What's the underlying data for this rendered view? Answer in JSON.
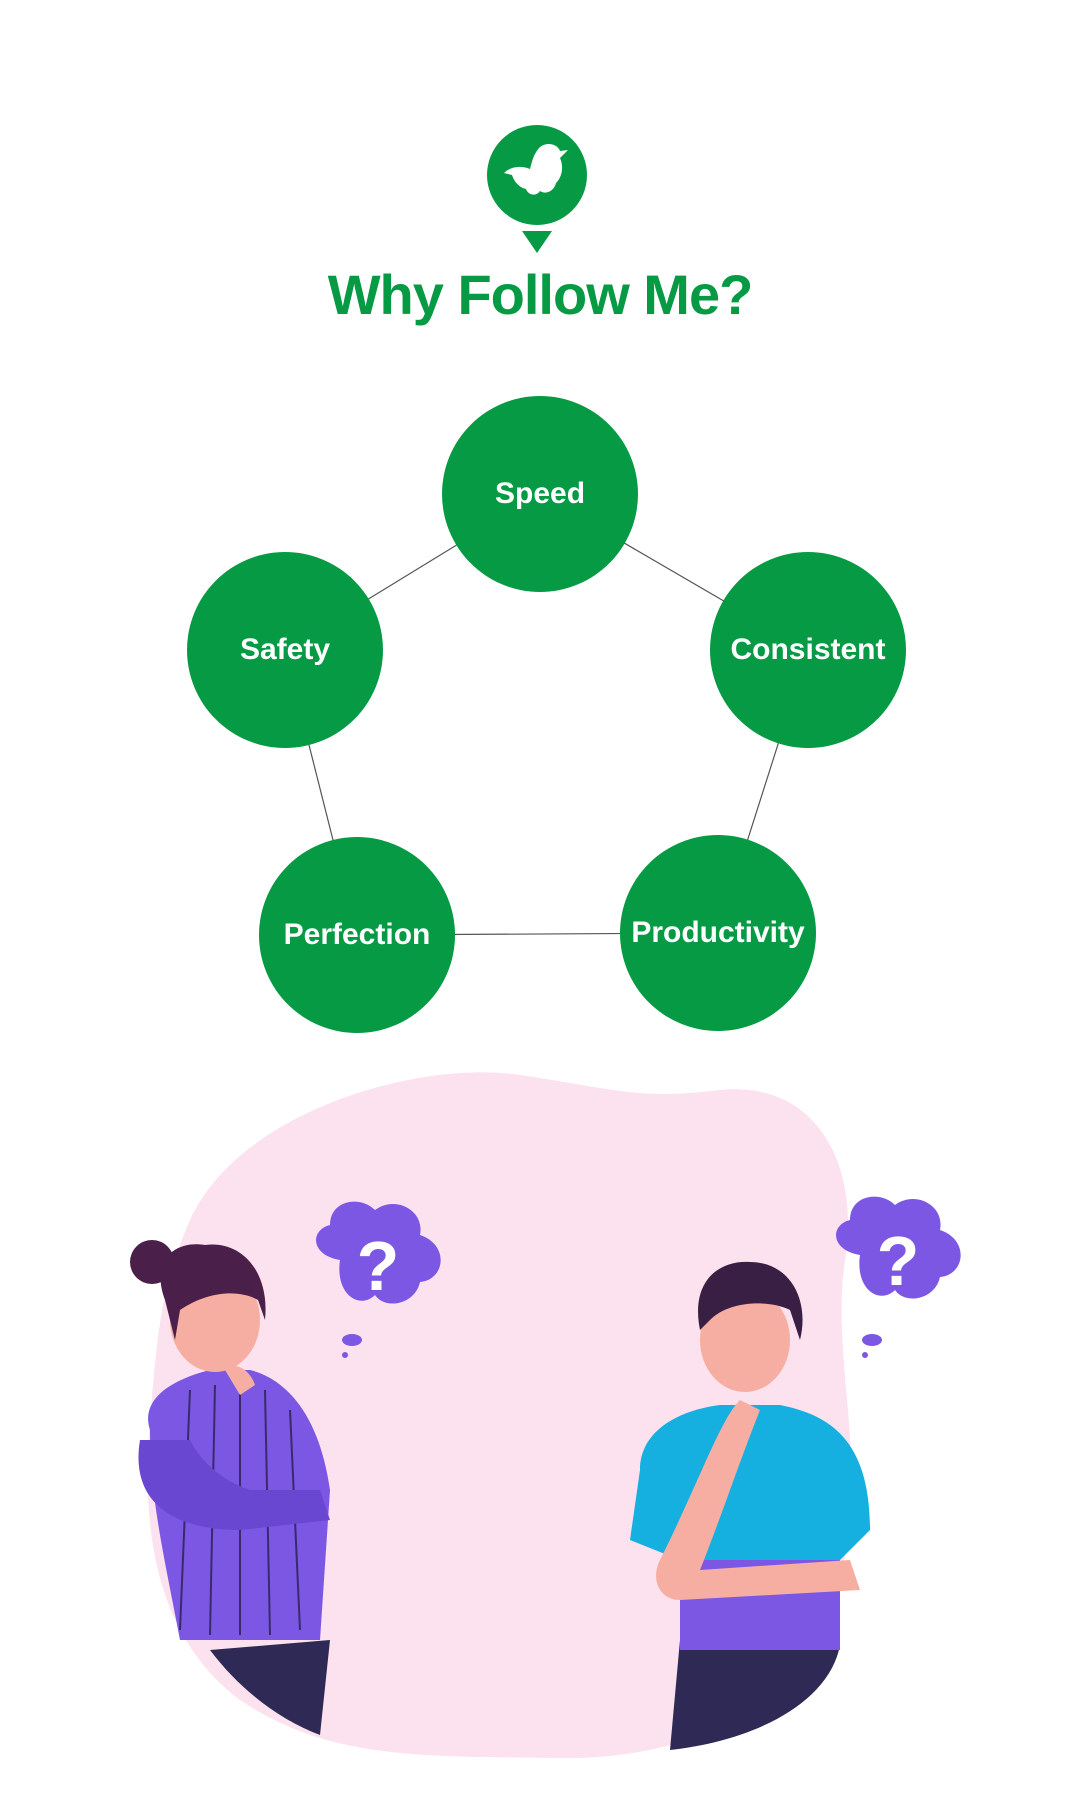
{
  "title": "Why Follow Me?",
  "colors": {
    "brand_green": "#079a45",
    "blob_pink": "#fce1ee",
    "bubble_purple": "#7b57e4"
  },
  "logo_icon": "duck-location-pin-icon",
  "nodes": [
    {
      "label": "Speed"
    },
    {
      "label": "Consistent"
    },
    {
      "label": "Productivity"
    },
    {
      "label": "Perfection"
    },
    {
      "label": "Safety"
    }
  ]
}
